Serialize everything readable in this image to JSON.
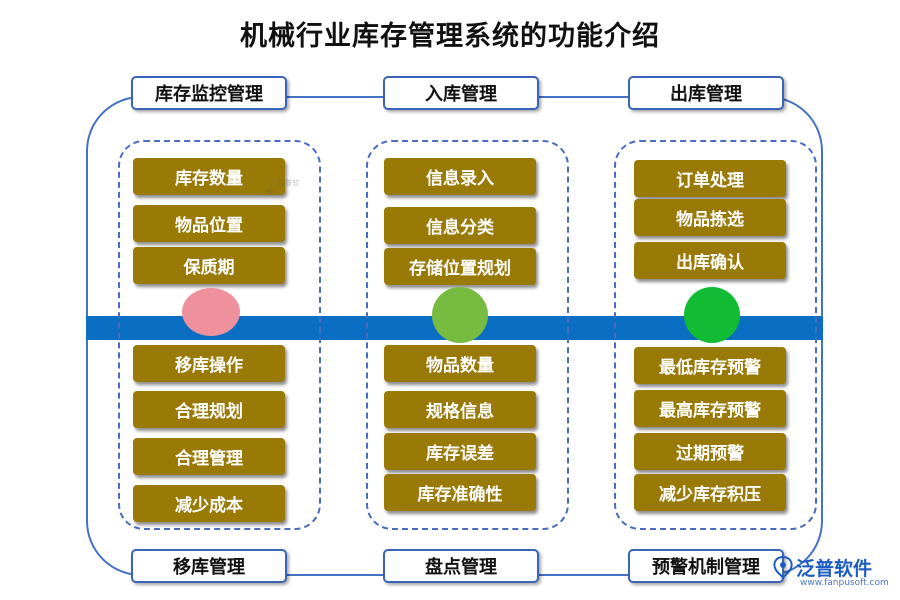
{
  "title": "机械行业库存管理系统的功能介绍",
  "sections_top": [
    "库存监控管理",
    "入库管理",
    "出库管理"
  ],
  "sections_bottom": [
    "移库管理",
    "盘点管理",
    "预警机制管理"
  ],
  "columns": [
    {
      "top_items": [
        "库存数量",
        "物品位置",
        "保质期"
      ],
      "bottom_items": [
        "移库操作",
        "合理规划",
        "合理管理",
        "减少成本"
      ],
      "dot_color": "#ef919d"
    },
    {
      "top_items": [
        "信息录入",
        "信息分类",
        "存储位置规划"
      ],
      "bottom_items": [
        "物品数量",
        "规格信息",
        "库存误差",
        "库存准确性"
      ],
      "dot_color": "#77bb41"
    },
    {
      "top_items": [
        "订单处理",
        "物品拣选",
        "出库确认"
      ],
      "bottom_items": [
        "最低库存预警",
        "最高库存预警",
        "过期预警",
        "减少库存积压"
      ],
      "dot_color": "#11bb33"
    }
  ],
  "colors": {
    "band": "#0a6fc2",
    "item_bg": "#9a7a06",
    "frame": "#4472c4"
  },
  "logo": {
    "name": "泛普软件",
    "url": "www.fanpusoft.com",
    "watermark": "泛普软件"
  }
}
